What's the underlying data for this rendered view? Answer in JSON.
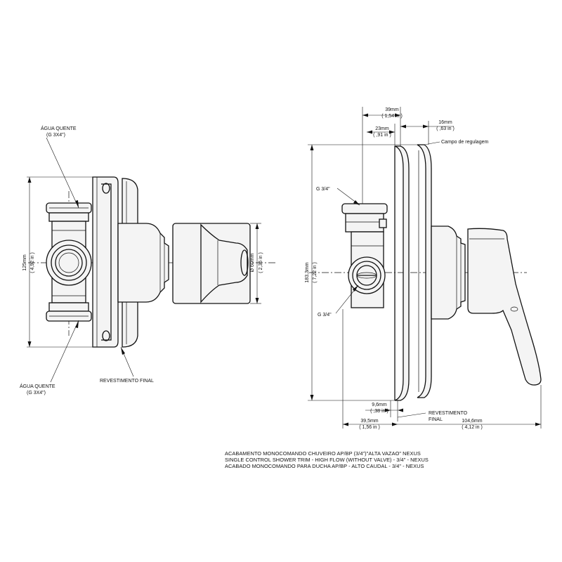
{
  "left_view": {
    "label_top": [
      "ÁGUA QUENTE",
      "(G 3X4\")"
    ],
    "label_bottom": [
      "ÁGUA QUENTE",
      "(G 3X4\")"
    ],
    "label_finish": "REVESTIMENTO FINAL",
    "dim_height": [
      "125mm",
      "( 4,92 in )"
    ],
    "dim_diameter": [
      "Ø 60mm",
      "( 2,36 in )"
    ]
  },
  "right_view": {
    "dim_39": [
      "39mm",
      "( 1,54 in )"
    ],
    "dim_23": [
      "23mm",
      "( ,91 in )"
    ],
    "dim_16": [
      "16mm",
      "( ,63 in )"
    ],
    "label_regulation": "Campo de regulagem",
    "label_g_top": "G 3/4\"",
    "label_g_bottom": "G 3/4\"",
    "dim_height": [
      "183,3mm",
      "( 7,22 in )"
    ],
    "dim_96": [
      "9,6mm",
      "( ,38 in )"
    ],
    "dim_395": [
      "39,5mm",
      "( 1,56 in )"
    ],
    "dim_1046": [
      "104,6mm",
      "( 4,12 in )"
    ],
    "label_finish": [
      "REVESTIMENTO",
      "FINAL"
    ]
  },
  "caption": [
    "ACABAMENTO MONOCOMANDO CHUVEIRO AP/BP (3/4\")\"ALTA VAZAO\" NEXUS",
    "SINGLE CONTROL SHOWER TRIM - HIGH FLOW (WITHOUT VALVE) - 3/4\" - NEXUS",
    "ACABADO MONOCOMANDO PARA DUCHA AP/BP - ALTO CAUDAL - 3/4\" - NEXUS"
  ]
}
